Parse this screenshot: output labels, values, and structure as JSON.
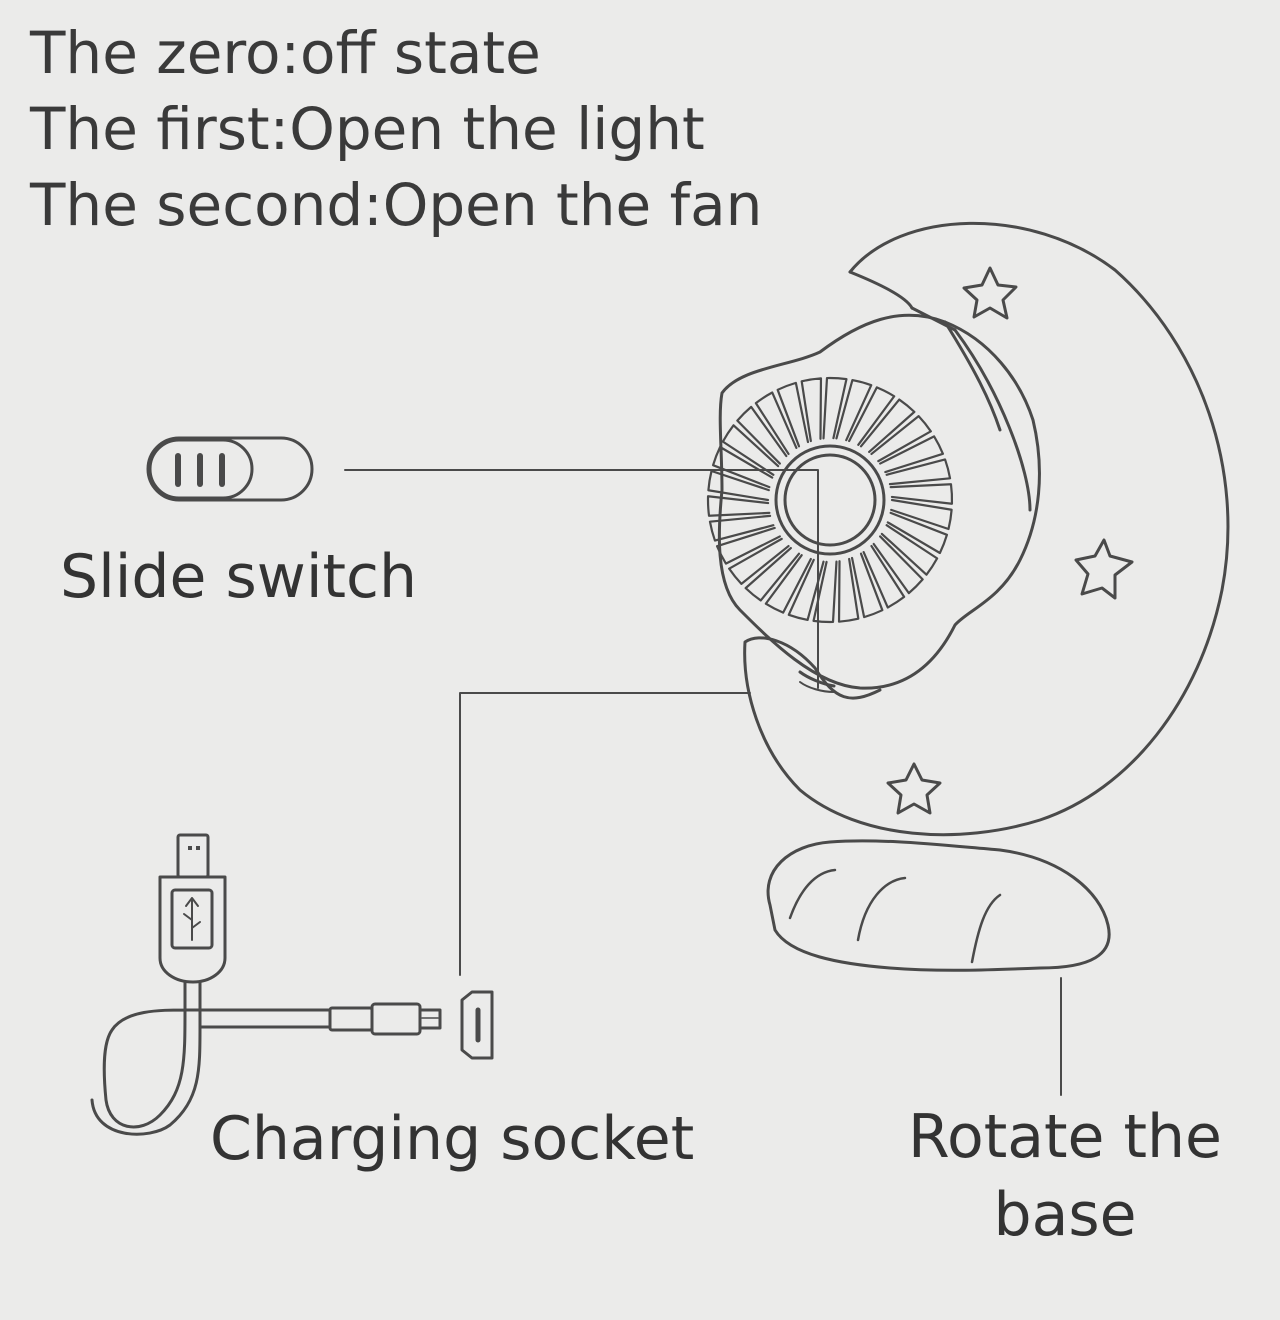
{
  "states": [
    "The zero:off state",
    "The first:Open the light",
    "The second:Open the fan"
  ],
  "labels": {
    "slide_switch": "Slide switch",
    "charging_socket": "Charging socket",
    "rotate_base_line1": "Rotate the",
    "rotate_base_line2": "base"
  },
  "colors": {
    "background": "#ebebea",
    "line": "#4a4a4a",
    "text": "#3a3a3a"
  }
}
